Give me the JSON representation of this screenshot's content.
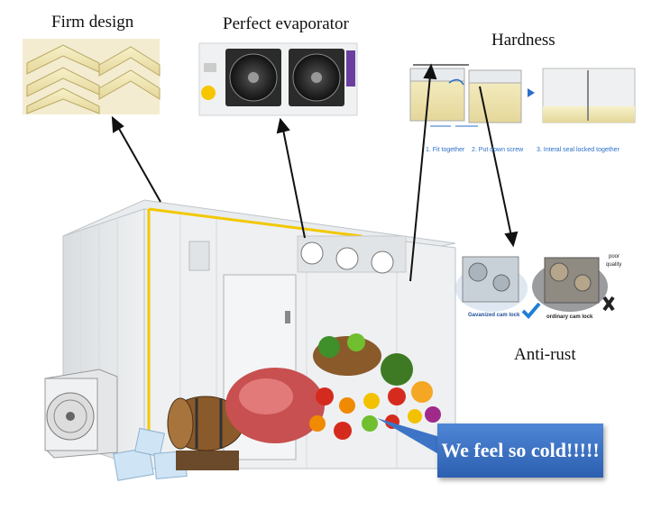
{
  "labels": {
    "firm_design": "Firm design",
    "perfect_evaporator": "Perfect evaporator",
    "hardness": "Hardness",
    "anti_rust": "Anti-rust"
  },
  "hardness_steps": {
    "step1": "1. Fit together",
    "step2": "2. Put down screw",
    "step3": "3. Interal seal locked together"
  },
  "cam_lock": {
    "galvanized": "Gavanized cam lock",
    "ordinary": "ordinary cam lock",
    "poor_quality_1": "poor",
    "poor_quality_2": "quality"
  },
  "callout": "We feel so cold!!!!!",
  "colors": {
    "callout_blue": "#3d74c6",
    "panel_yellow": "#f2c800",
    "arrow_blue": "#2a6fc9",
    "check_blue": "#1f7fd6"
  }
}
